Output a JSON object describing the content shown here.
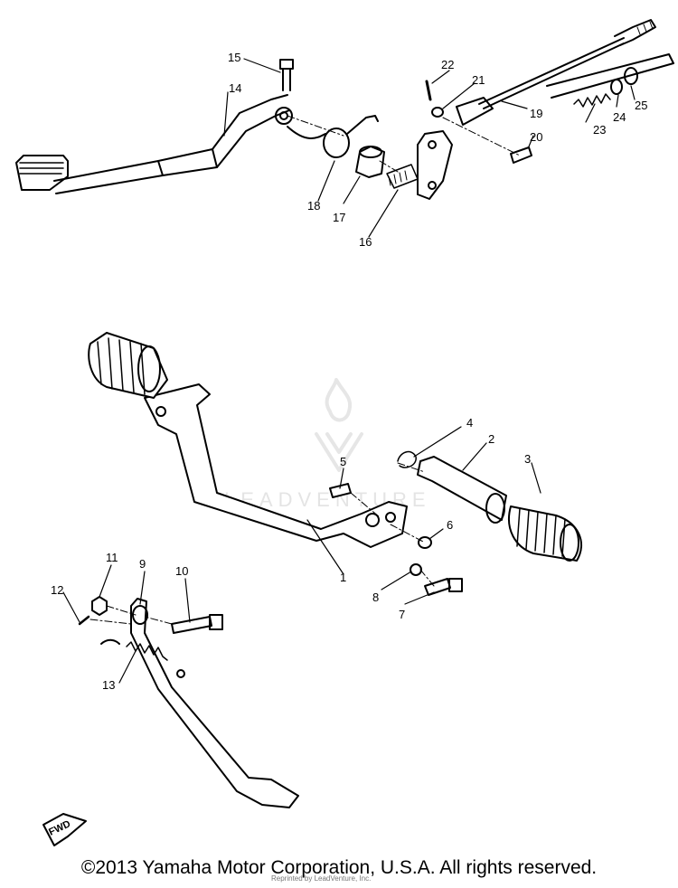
{
  "diagram": {
    "labels": {
      "p1": "1",
      "p2": "2",
      "p3": "3",
      "p4": "4",
      "p5": "5",
      "p6": "6",
      "p7": "7",
      "p8": "8",
      "p9": "9",
      "p10": "10",
      "p11": "11",
      "p12": "12",
      "p13": "13",
      "p14": "14",
      "p15": "15",
      "p16": "16",
      "p17": "17",
      "p18": "18",
      "p19": "19",
      "p20": "20",
      "p21": "21",
      "p22": "22",
      "p23": "23",
      "p24": "24",
      "p25": "25"
    },
    "front_marker": "FWD",
    "watermark": "LEADVENTURE",
    "small_print": "Reprinted by LeadVenture, Inc."
  },
  "footer": {
    "copyright": "©2013 Yamaha Motor Corporation, U.S.A. All rights reserved."
  }
}
